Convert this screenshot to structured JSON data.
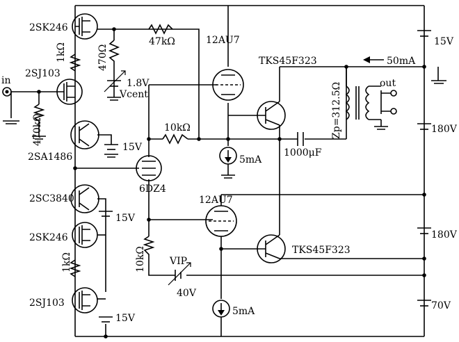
{
  "labels": {
    "q1": "2SK246",
    "q2": "2SJ103",
    "q3": "2SA1486",
    "q4": "2SC3840",
    "q5": "2SK246",
    "q6": "2SJ103",
    "tube_top": "12AU7",
    "tube_mid": "6DZ4",
    "tube_bot": "12AU7",
    "t_top": "TKS45F323",
    "t_bot": "TKS45F323",
    "r1": "1kΩ",
    "r2": "470Ω",
    "r3": "47kΩ",
    "r4": "470kΩ",
    "r5": "10kΩ",
    "r6": "1kΩ",
    "r7": "10kΩ",
    "vcent_v": "1.8V",
    "vcent": "Vcent",
    "vip": "VIP",
    "vip_v": "40V",
    "b_top": "15V",
    "b_180a": "180V",
    "b_180b": "180V",
    "b_70": "70V",
    "b_15_1": "15V",
    "b_15_2": "15V",
    "b_15_3": "15V",
    "cap": "1000μF",
    "cs_top": "5mA",
    "cs_bot": "5mA",
    "current": "50mA",
    "zp": "Zp=312.5Ω",
    "in": "in",
    "out": "out"
  }
}
